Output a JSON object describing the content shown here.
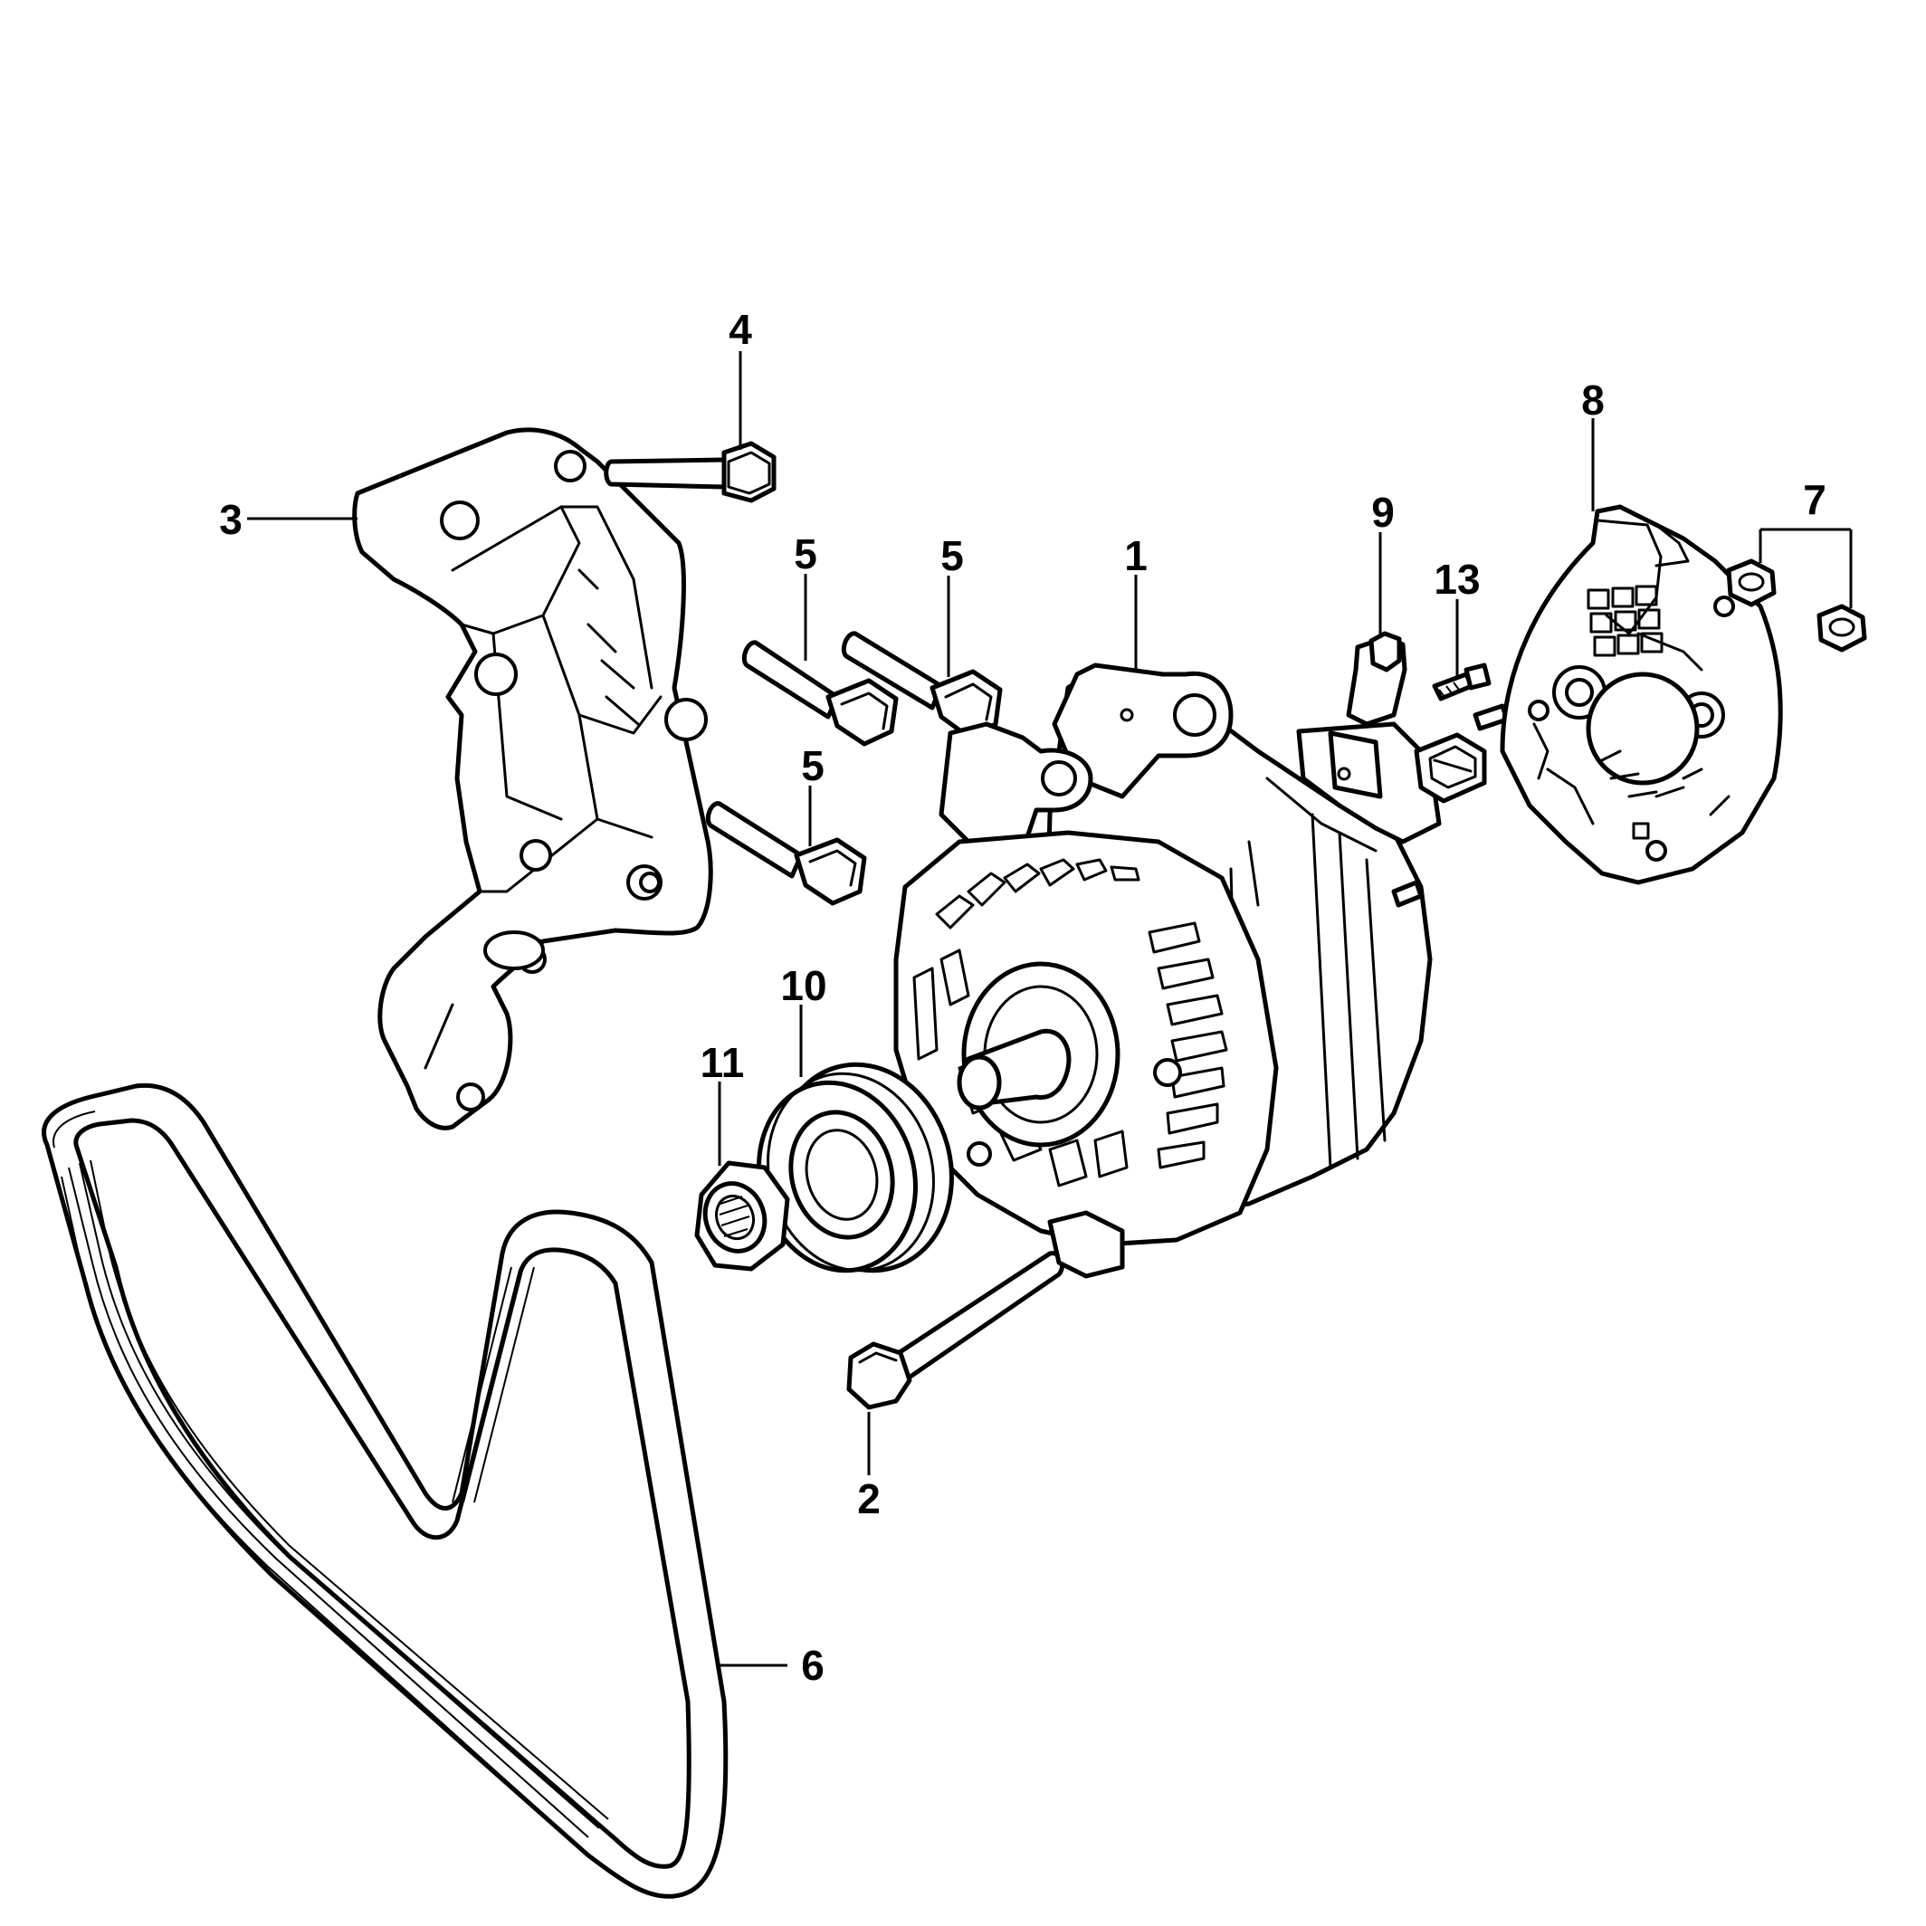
{
  "callouts": [
    {
      "id": "1",
      "label": "1"
    },
    {
      "id": "2",
      "label": "2"
    },
    {
      "id": "3",
      "label": "3"
    },
    {
      "id": "4",
      "label": "4"
    },
    {
      "id": "5a",
      "label": "5"
    },
    {
      "id": "5b",
      "label": "5"
    },
    {
      "id": "5c",
      "label": "5"
    },
    {
      "id": "6",
      "label": "6"
    },
    {
      "id": "7",
      "label": "7"
    },
    {
      "id": "8",
      "label": "8"
    },
    {
      "id": "9",
      "label": "9"
    },
    {
      "id": "10",
      "label": "10"
    },
    {
      "id": "11",
      "label": "11"
    },
    {
      "id": "13",
      "label": "13"
    }
  ]
}
